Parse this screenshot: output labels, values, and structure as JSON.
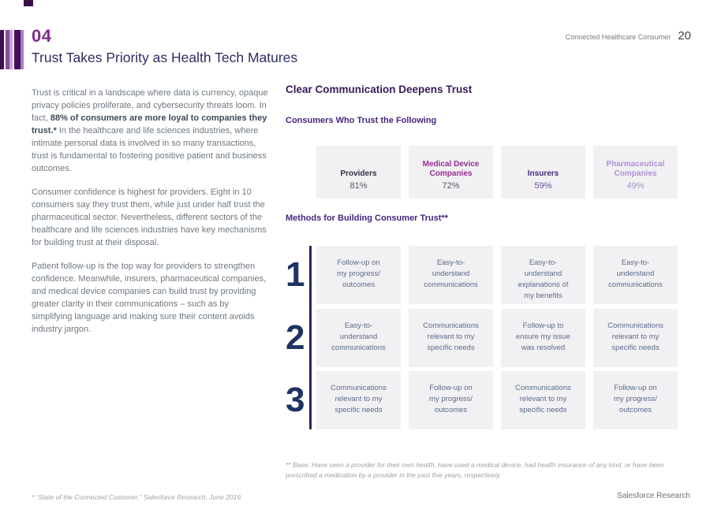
{
  "header": {
    "chapter_number": "04",
    "title": "Trust Takes Priority as Health Tech Matures",
    "doc_title": "Connected Healthcare Consumer",
    "page_number": "20"
  },
  "left_column": {
    "para1_pre": "Trust is critical in a landscape where data is currency, opaque privacy policies proliferate, and cybersecurity threats loom. In fact, ",
    "para1_bold": "88% of consumers are more loyal to companies they trust.*",
    "para1_post": " In the healthcare and life sciences industries, where intimate personal data is involved in so many transactions, trust is fundamental to fostering positive patient and business outcomes.",
    "para2": "Consumer confidence is highest for providers. Eight in 10 consumers say they trust them, while just under half trust the pharmaceutical sector. Nevertheless, different sectors of the healthcare and life sciences industries have key mechanisms for building trust at their disposal.",
    "para3": "Patient follow-up is the top way for providers to strengthen confidence. Meanwhile, insurers, pharmaceutical companies, and medical device companies can build trust by providing greater clarity in their communications – such as by simplifying language and making sure their content avoids industry jargon."
  },
  "figure": {
    "heading": "Clear Communication Deepens Trust",
    "trust": {
      "subheading": "Consumers Who Trust the Following",
      "columns": [
        {
          "label": "Providers",
          "value": "81%"
        },
        {
          "label": "Medical Device Companies",
          "value": "72%"
        },
        {
          "label": "Insurers",
          "value": "59%"
        },
        {
          "label": "Pharmaceutical Companies",
          "value": "49%"
        }
      ]
    },
    "methods": {
      "subheading": "Methods for Building Consumer Trust**",
      "rows": [
        {
          "rank": "1",
          "cells": [
            "Follow-up on my progress/ outcomes",
            "Easy-to-understand communications",
            "Easy-to-understand explanations of my benefits",
            "Easy-to-understand communications"
          ]
        },
        {
          "rank": "2",
          "cells": [
            "Easy-to-understand communications",
            "Communications relevant to my specific needs",
            "Follow-up to ensure my issue was resolved",
            "Communications relevant to my specific needs"
          ]
        },
        {
          "rank": "3",
          "cells": [
            "Communications relevant to my specific needs",
            "Follow-up on my progress/ outcomes",
            "Communications relevant to my specific needs",
            "Follow-up on my progress/ outcomes"
          ]
        }
      ]
    }
  },
  "footnotes": {
    "base_note": "** Base: Have seen a provider for their own health, have used a medical device, had health insurance of any kind, or have been prescribed a medication by a provider in the past five years, respectively.",
    "source_note": "* “State of the Connected Customer,” Salesforce Research, June 2019.",
    "brand": "Salesforce Research"
  },
  "colors": {
    "accent_purple": "#7d2b8e",
    "figure_heading_purple": "#3a1a58",
    "subheading_purple": "#46257e",
    "title_navy": "#2e2d64",
    "rank_navy": "#1e3263",
    "providers_label": "#2b3044",
    "medical_device_label": "#962d91",
    "insurers_label": "#432a7d",
    "pharma_label": "#b093d8",
    "box_background": "#f1f0f2"
  },
  "chart_data": {
    "type": "table",
    "title": "Clear Communication Deepens Trust",
    "sections": [
      {
        "name": "Consumers Who Trust the Following",
        "categories": [
          "Providers",
          "Medical Device Companies",
          "Insurers",
          "Pharmaceutical Companies"
        ],
        "values_pct": [
          81,
          72,
          59,
          49
        ]
      },
      {
        "name": "Methods for Building Consumer Trust**",
        "columns": [
          "Providers",
          "Medical Device Companies",
          "Insurers",
          "Pharmaceutical Companies"
        ],
        "rank_rows": [
          {
            "rank": 1,
            "methods_by_column": [
              "Follow-up on my progress/outcomes",
              "Easy-to-understand communications",
              "Easy-to-understand explanations of my benefits",
              "Easy-to-understand communications"
            ]
          },
          {
            "rank": 2,
            "methods_by_column": [
              "Easy-to-understand communications",
              "Communications relevant to my specific needs",
              "Follow-up to ensure my issue was resolved",
              "Communications relevant to my specific needs"
            ]
          },
          {
            "rank": 3,
            "methods_by_column": [
              "Communications relevant to my specific needs",
              "Follow-up on my progress/outcomes",
              "Communications relevant to my specific needs",
              "Follow-up on my progress/outcomes"
            ]
          }
        ]
      }
    ]
  }
}
